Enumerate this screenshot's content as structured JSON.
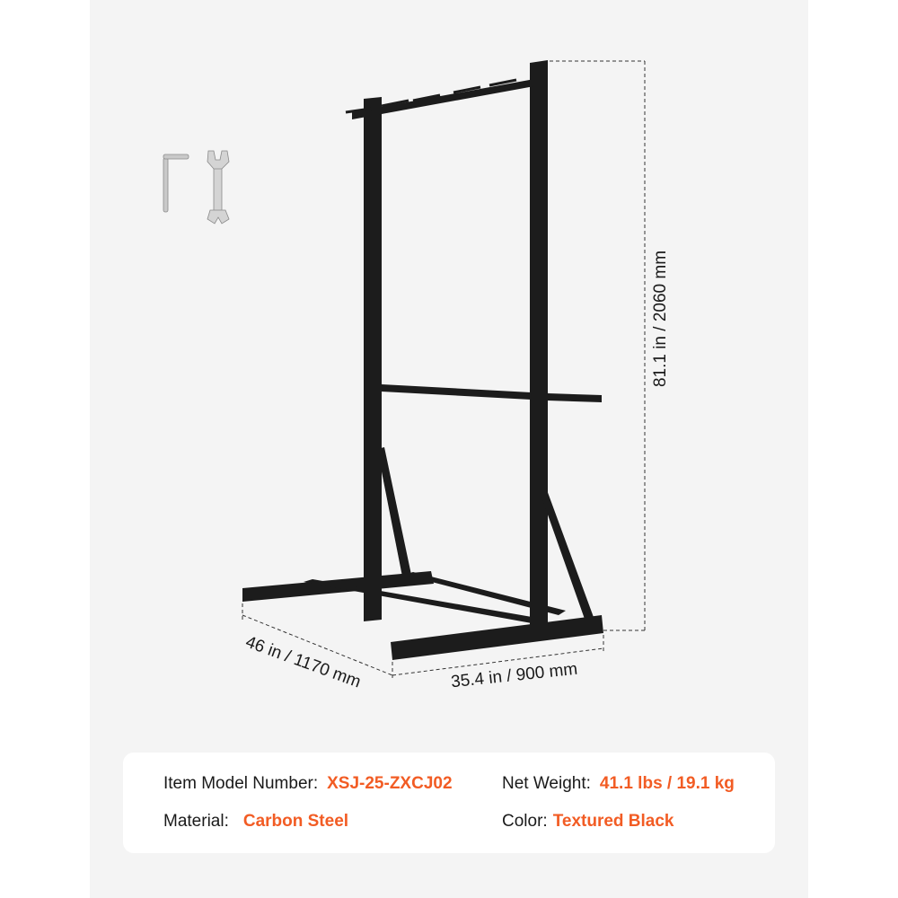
{
  "dimensions": {
    "height": "81.1 in / 2060 mm",
    "depth": "46 in / 1170 mm",
    "width": "35.4 in / 900 mm"
  },
  "specs": {
    "model_label": "Item Model Number:",
    "model_value": "XSJ-25-ZXCJ02",
    "weight_label": "Net Weight:",
    "weight_value": "41.1 lbs / 19.1 kg",
    "material_label": "Material:",
    "material_value": "Carbon Steel",
    "color_label": "Color:",
    "color_value": "Textured Black"
  },
  "colors": {
    "accent": "#f25c24",
    "product": "#1c1c1c"
  },
  "icons": [
    "allen-key-icon",
    "wrench-icon"
  ]
}
